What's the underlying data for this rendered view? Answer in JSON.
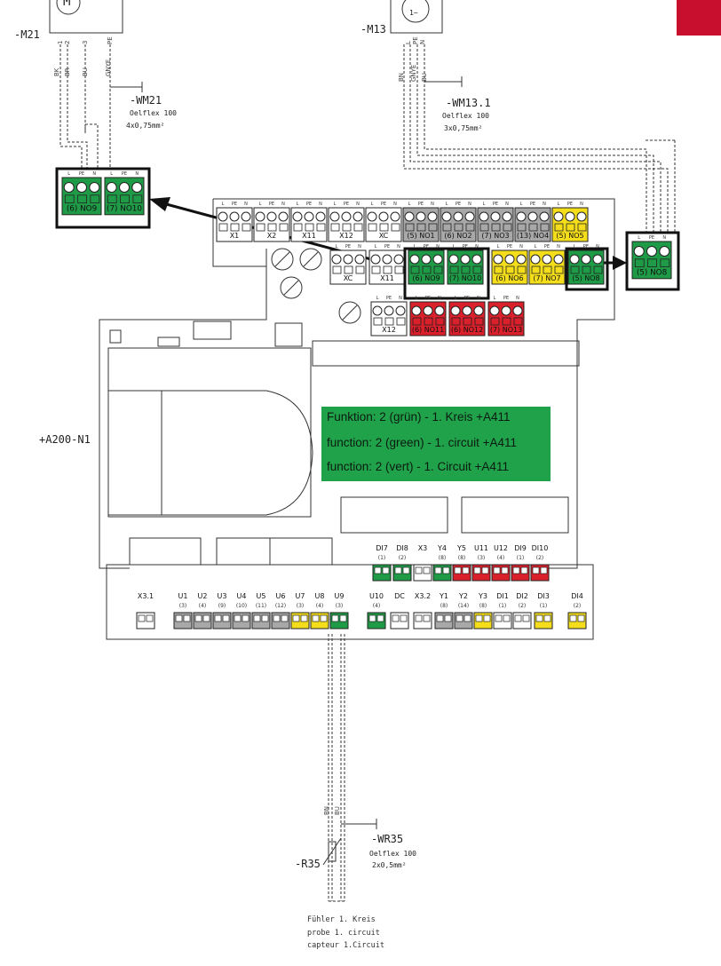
{
  "colors": {
    "green": "#1f9a47",
    "yellow": "#f4de1c",
    "red": "#d9202b",
    "grey": "#a8a8a8",
    "white": "#ffffff",
    "note_bg": "#1fa24a",
    "brand_red": "#c8102e"
  },
  "motors": {
    "m21": {
      "label": "-M21",
      "symbol": "M",
      "pins": [
        "1",
        "2",
        "3",
        "PE"
      ],
      "wires": [
        "BK",
        "BR",
        "BU",
        "GNYE"
      ]
    },
    "m13": {
      "label": "-M13",
      "symbol": "1~",
      "pins": [
        "L",
        "PE",
        "N"
      ],
      "wires": [
        "BN",
        "GNYE",
        "BU"
      ]
    }
  },
  "cables": {
    "wm21": {
      "name": "-WM21",
      "type": "Oelflex 100",
      "size": "4x0,75mm²"
    },
    "wm131": {
      "name": "-WM13.1",
      "type": "Oelflex 100",
      "size": "3x0,75mm²"
    },
    "wr35": {
      "name": "-WR35",
      "type": "Oelflex 100",
      "size": "2x0,5mm²"
    }
  },
  "sensor": {
    "label": "-R35",
    "wires": [
      "BN",
      "BU"
    ]
  },
  "board_label": "+A200-N1",
  "zoom_left": [
    {
      "n": "(6)",
      "t": "NO9"
    },
    {
      "n": "(7)",
      "t": "NO10"
    }
  ],
  "zoom_right": [
    {
      "n": "(5)",
      "t": "NO8"
    }
  ],
  "top_row": [
    {
      "t": "X1",
      "c": "white"
    },
    {
      "t": "X2",
      "c": "white"
    },
    {
      "t": "X11",
      "c": "white"
    },
    {
      "t": "X12",
      "c": "white"
    },
    {
      "t": "XC",
      "c": "white"
    },
    {
      "n": "(5)",
      "t": "NO1",
      "c": "grey"
    },
    {
      "n": "(6)",
      "t": "NO2",
      "c": "grey"
    },
    {
      "n": "(7)",
      "t": "NO3",
      "c": "grey"
    },
    {
      "n": "(13)",
      "t": "NO4",
      "c": "grey"
    },
    {
      "n": "(5)",
      "t": "NO5",
      "c": "yellow"
    }
  ],
  "mid_row": [
    {
      "t": "XC",
      "c": "white"
    },
    {
      "t": "X11",
      "c": "white"
    },
    {
      "n": "(6)",
      "t": "NO9",
      "c": "green"
    },
    {
      "n": "(7)",
      "t": "NO10",
      "c": "green"
    },
    {
      "n": "(6)",
      "t": "NO6",
      "c": "yellow"
    },
    {
      "n": "(7)",
      "t": "NO7",
      "c": "yellow"
    },
    {
      "n": "(5)",
      "t": "NO8",
      "c": "green"
    }
  ],
  "lower_row": [
    {
      "t": "X12",
      "c": "white"
    },
    {
      "n": "(6)",
      "t": "NO11",
      "c": "red"
    },
    {
      "n": "(6)",
      "t": "NO12",
      "c": "red"
    },
    {
      "n": "(7)",
      "t": "NO13",
      "c": "red"
    }
  ],
  "wire_pins": [
    "L",
    "PE",
    "N"
  ],
  "note_lines": [
    "Funktion: 2 (grün) - 1. Kreis +A411",
    "function: 2 (green) - 1. circuit +A411",
    "function: 2 (vert) - 1. Circuit +A411"
  ],
  "upper_io": [
    {
      "t": "DI7",
      "n": "(1)",
      "c": "green"
    },
    {
      "t": "DI8",
      "n": "(2)",
      "c": "green"
    },
    {
      "t": "X3",
      "n": "",
      "c": "white"
    },
    {
      "t": "Y4",
      "n": "(8)",
      "c": "green"
    },
    {
      "t": "Y5",
      "n": "(8)",
      "c": "red"
    },
    {
      "t": "U11",
      "n": "(3)",
      "c": "red"
    },
    {
      "t": "U12",
      "n": "(4)",
      "c": "red"
    },
    {
      "t": "DI9",
      "n": "(1)",
      "c": "red"
    },
    {
      "t": "DI10",
      "n": "(2)",
      "c": "red"
    }
  ],
  "lower_io_left": [
    {
      "t": "X3.1",
      "n": "",
      "c": "white"
    },
    {
      "t": "U1",
      "n": "(3)",
      "c": "grey"
    },
    {
      "t": "U2",
      "n": "(4)",
      "c": "grey"
    },
    {
      "t": "U3",
      "n": "(9)",
      "c": "grey"
    },
    {
      "t": "U4",
      "n": "(10)",
      "c": "grey"
    },
    {
      "t": "U5",
      "n": "(11)",
      "c": "grey"
    },
    {
      "t": "U6",
      "n": "(12)",
      "c": "grey"
    },
    {
      "t": "U7",
      "n": "(3)",
      "c": "yellow"
    },
    {
      "t": "U8",
      "n": "(4)",
      "c": "yellow"
    },
    {
      "t": "U9",
      "n": "(3)",
      "c": "green"
    }
  ],
  "lower_io_right": [
    {
      "t": "U10",
      "n": "(4)",
      "c": "green"
    },
    {
      "t": "DC",
      "n": "",
      "c": "white"
    },
    {
      "t": "X3.2",
      "n": "",
      "c": "white"
    },
    {
      "t": "Y1",
      "n": "(8)",
      "c": "grey"
    },
    {
      "t": "Y2",
      "n": "(14)",
      "c": "grey"
    },
    {
      "t": "Y3",
      "n": "(8)",
      "c": "yellow"
    },
    {
      "t": "DI1",
      "n": "(1)",
      "c": "white"
    },
    {
      "t": "DI2",
      "n": "(2)",
      "c": "white"
    },
    {
      "t": "DI3",
      "n": "(1)",
      "c": "yellow"
    },
    {
      "t": "DI4",
      "n": "(2)",
      "c": "yellow"
    }
  ],
  "footer_lines": [
    "Fühler 1. Kreis",
    "probe 1. circuit",
    "capteur  1.Circuit"
  ]
}
